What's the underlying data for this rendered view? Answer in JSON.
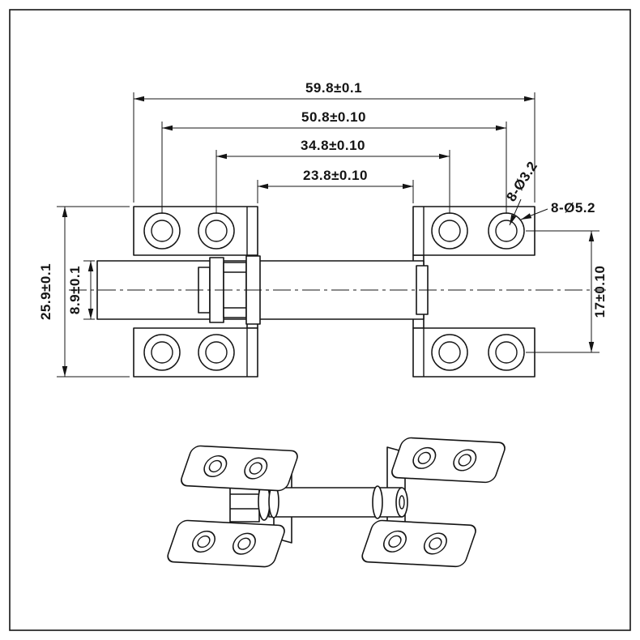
{
  "drawing": {
    "dimensions": {
      "overall_width": "59.8±0.1",
      "outer_hole_span": "50.8±0.10",
      "inner_hole_span": "34.8±0.10",
      "body_gap": "23.8±0.10",
      "overall_height": "25.9±0.1",
      "barrel_height": "8.9±0.1",
      "vertical_hole_span": "17±0.10",
      "small_hole_callout": "8-Ø3.2",
      "large_hole_callout": "8-Ø5.2"
    },
    "colors": {
      "line": "#141414",
      "background": "#ffffff"
    }
  }
}
